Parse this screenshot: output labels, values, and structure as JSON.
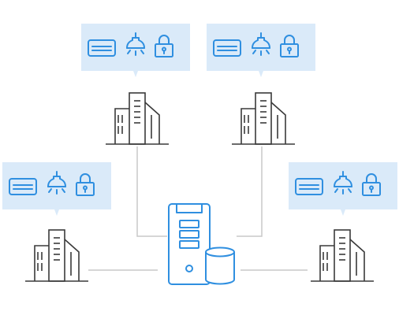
{
  "diagram": {
    "colors": {
      "accent": "#2f8fe0",
      "bubble": "#daeaf9",
      "building": "#3a3a3a",
      "connector": "#c8c8c8",
      "background": "#ffffff"
    },
    "hub": {
      "icons": [
        "server-tower-icon",
        "database-cylinder-icon"
      ]
    },
    "sites": [
      {
        "id": "top-left",
        "icons": [
          "air-conditioner-icon",
          "ceiling-lamp-icon",
          "padlock-icon"
        ],
        "building": "office-building-icon"
      },
      {
        "id": "top-right",
        "icons": [
          "air-conditioner-icon",
          "ceiling-lamp-icon",
          "padlock-icon"
        ],
        "building": "office-building-icon"
      },
      {
        "id": "bottom-left",
        "icons": [
          "air-conditioner-icon",
          "ceiling-lamp-icon",
          "padlock-icon"
        ],
        "building": "office-building-icon"
      },
      {
        "id": "bottom-right",
        "icons": [
          "air-conditioner-icon",
          "ceiling-lamp-icon",
          "padlock-icon"
        ],
        "building": "office-building-icon"
      }
    ]
  }
}
